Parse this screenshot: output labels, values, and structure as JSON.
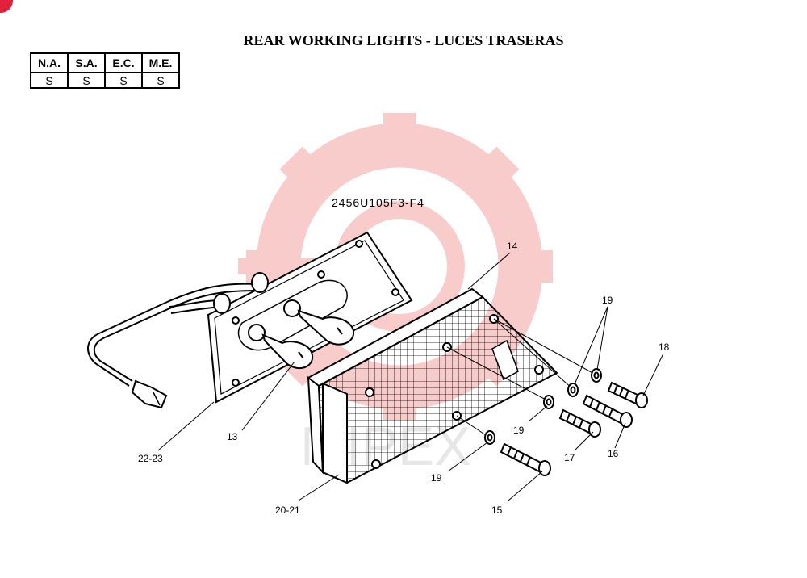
{
  "title": "REAR WORKING LIGHTS - LUCES TRASERAS",
  "applicability": {
    "headers": [
      "N.A.",
      "S.A.",
      "E.C.",
      "M.E."
    ],
    "values": [
      "S",
      "S",
      "S",
      "S"
    ]
  },
  "diagram_code": "2456U105F3-F4",
  "watermark_text": "MIPEX",
  "colors": {
    "watermark": "#f7b8b8",
    "badge": "#e0223a",
    "lines": "#000000"
  },
  "callouts": {
    "c14": "14",
    "c13": "13",
    "c22_23": "22-23",
    "c20_21": "20-21",
    "c15": "15",
    "c16": "16",
    "c17": "17",
    "c18": "18",
    "c19a": "19",
    "c19b": "19",
    "c19c": "19"
  }
}
